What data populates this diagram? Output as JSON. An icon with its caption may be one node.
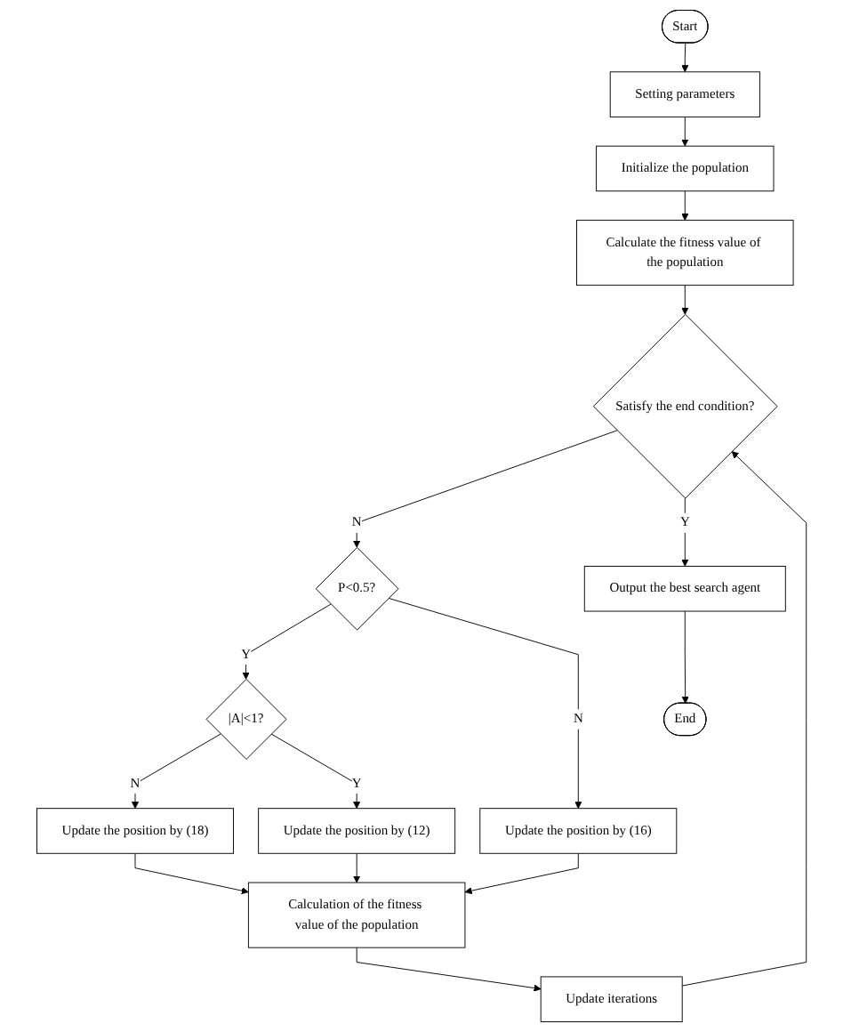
{
  "diagram": {
    "nodes": [
      {
        "text": [
          "Start"
        ]
      },
      {
        "text": [
          "Setting parameters"
        ]
      },
      {
        "text": [
          "Initialize the population"
        ]
      },
      {
        "text": [
          "Calculate the fitness value of the population"
        ]
      },
      {
        "text": [
          "Satisfy the end condition?"
        ]
      },
      {
        "text": [
          "P<0.5?"
        ]
      },
      {
        "text": [
          "|A|<1?"
        ]
      },
      {
        "text": [
          "Update the position by (18)"
        ]
      },
      {
        "text": [
          "Update the position by (12)"
        ]
      },
      {
        "text": [
          "Update the position by (16)"
        ]
      },
      {
        "text": [
          "Calculation of the fitness value of the population"
        ]
      },
      {
        "text": [
          "Update iterations"
        ]
      },
      {
        "text": [
          "Output the best search agent"
        ]
      },
      {
        "text": [
          "End"
        ]
      }
    ],
    "edges": [
      {
        "from": 0,
        "to": 1,
        "arrow": "to"
      },
      {
        "from": 1,
        "to": 2,
        "arrow": "to"
      },
      {
        "from": 2,
        "to": 3,
        "arrow": "to"
      },
      {
        "from": 3,
        "to": 4,
        "arrow": "to"
      },
      {
        "from": 4,
        "to": 5,
        "arrow": "to",
        "label": "N"
      },
      {
        "from": 4,
        "to": 12,
        "arrow": "to",
        "label": "Y"
      },
      {
        "from": 5,
        "to": 6,
        "arrow": "to",
        "label": "Y"
      },
      {
        "from": 5,
        "to": 9,
        "arrow": "to",
        "label": "N"
      },
      {
        "from": 6,
        "to": 7,
        "arrow": "to",
        "label": "N"
      },
      {
        "from": 6,
        "to": 8,
        "arrow": "to",
        "label": "Y"
      },
      {
        "from": 7,
        "to": 10,
        "arrow": "to"
      },
      {
        "from": 8,
        "to": 10,
        "arrow": "to"
      },
      {
        "from": 9,
        "to": 10,
        "arrow": "to"
      },
      {
        "from": 10,
        "to": 11,
        "arrow": "to"
      },
      {
        "from": 11,
        "to": 4,
        "arrow": "to"
      },
      {
        "from": 12,
        "to": 13,
        "arrow": "to"
      }
    ]
  }
}
